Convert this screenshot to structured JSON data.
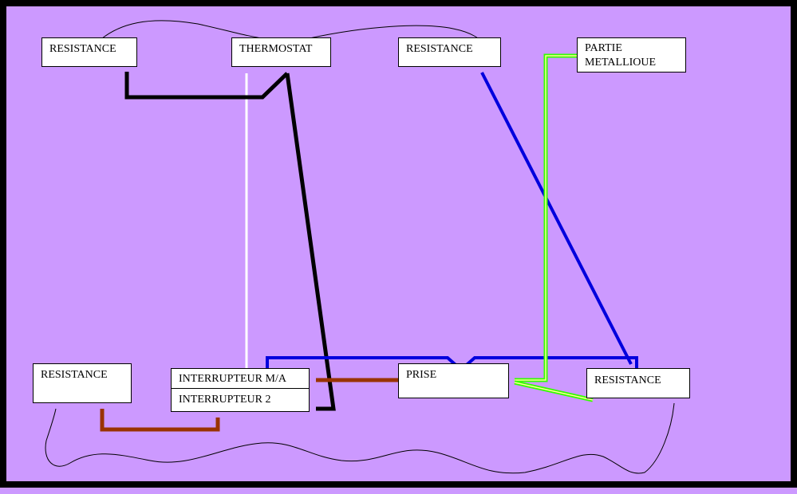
{
  "labels": {
    "resistance_top_left": "RESISTANCE",
    "thermostat": "THERMOSTAT",
    "resistance_top_mid": "RESISTANCE",
    "partie_line1": "PARTIE",
    "partie_line2": "METALLIOUE",
    "resistance_bottom_left": "RESISTANCE",
    "interrupteur_ma": "INTERRUPTEUR M/A",
    "interrupteur_2": "INTERRUPTEUR 2",
    "prise": "PRISE",
    "resistance_bottom_right": "RESISTANCE"
  },
  "colors": {
    "background": "#cc99ff",
    "frame": "#000000",
    "black_wire": "#000000",
    "blue_wire": "#0000dd",
    "brown_wire": "#993300",
    "white_wire": "#ffffff",
    "green_wire": "#33ff00",
    "green_wire_core": "#ffff99"
  }
}
